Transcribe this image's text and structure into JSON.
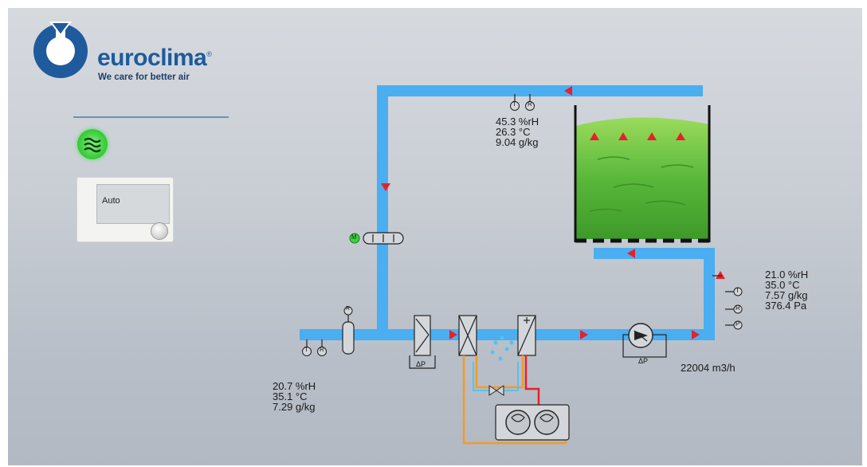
{
  "brand": {
    "name": "euroclima",
    "registered": "®",
    "tagline": "We care for better air",
    "colors": {
      "primary": "#1f5a9c",
      "duct": "#4aaef0",
      "arrow": "#e8202a",
      "status_on": "#3fd23f"
    }
  },
  "status": {
    "fan_indicator": {
      "icon": "fan-airflow-icon",
      "state": "on"
    }
  },
  "controller": {
    "mode": "Auto"
  },
  "sensors": {
    "supply_return": {
      "rh": "45.3 %rH",
      "temp": "26.3 °C",
      "abs_humidity": "9.04 g/kg"
    },
    "outdoor": {
      "rh": "20.7 %rH",
      "temp": "35.1 °C",
      "abs_humidity": "7.29 g/kg"
    },
    "supply": {
      "rh": "21.0 %rH",
      "temp": "35.0 °C",
      "abs_humidity": "7.57 g/kg",
      "pressure": "376.4 Pa"
    }
  },
  "fan": {
    "airflow": "22004 m3/h",
    "dp_label": "ΔP"
  },
  "filters": {
    "dp_label": "ΔP"
  },
  "sensor_symbols": {
    "temperature": "T",
    "humidity": "R",
    "pressure": "P",
    "damper_motor": "M"
  }
}
